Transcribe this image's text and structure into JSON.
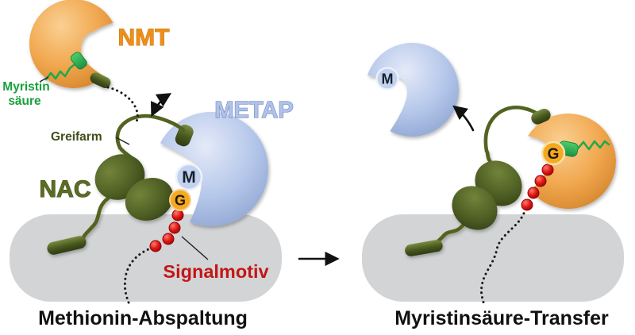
{
  "figure": {
    "left_caption": "Methionin-Abspaltung",
    "right_caption": "Myristinsäure-Transfer"
  },
  "labels": {
    "nmt": "NMT",
    "metap": "METAP",
    "nac": "NAC",
    "greifarm": "Greifarm",
    "signalmotiv": "Signalmotiv",
    "myristin_line1": "Myristin",
    "myristin_line2": "säure"
  },
  "residues": {
    "methionine": "M",
    "glycine": "G"
  },
  "colors": {
    "nmt_orange": "#EFA64E",
    "nmt_label": "#EE8F1D",
    "metap_blue": "#B5C7EA",
    "metap_label": "#AFC2EA",
    "nac_olive": "#4D5E23",
    "nac_label": "#5C6D24",
    "greifarm_label": "#414E1B",
    "myristate_green": "#22A344",
    "myristin_label": "#19A03C",
    "signal_red": "#C11717",
    "bead_red": "#DD1414",
    "g_circle": "#F5A821",
    "m_circle": "#C3D2EE",
    "ribosome_gray": "#D3D4D6",
    "arrow_black": "#111111"
  }
}
